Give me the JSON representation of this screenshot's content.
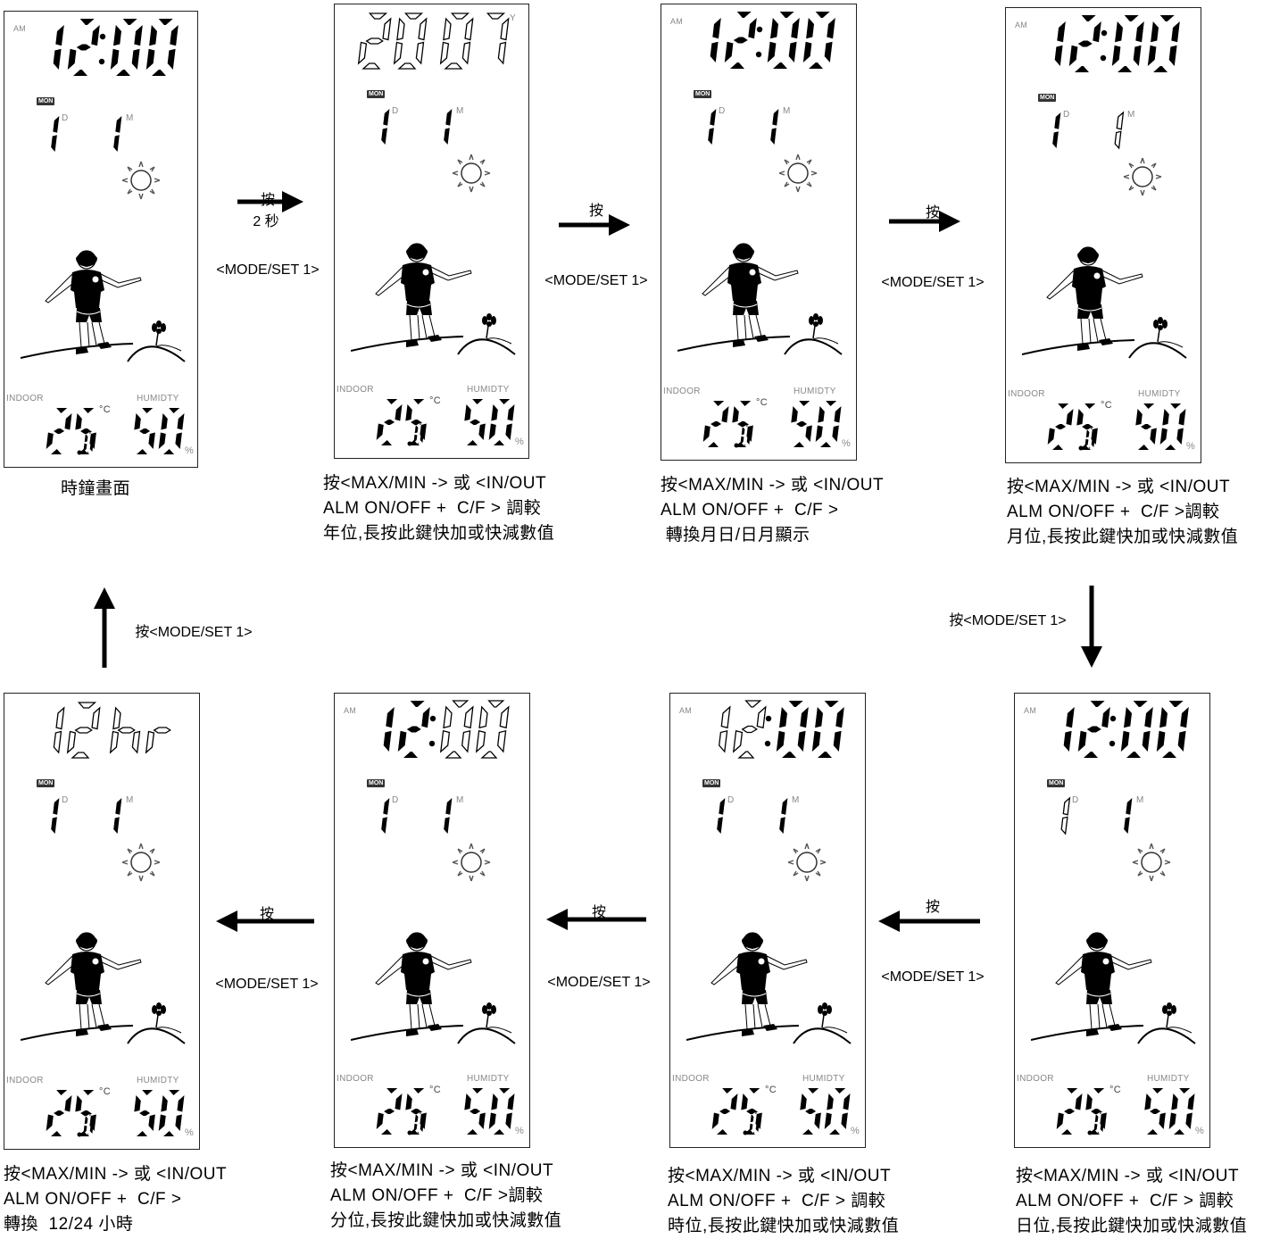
{
  "panel_labels": {
    "am": "AM",
    "mon": "MON",
    "day": "D",
    "month": "M",
    "year": "Y",
    "indoor": "INDOOR",
    "humidity": "HUMIDTY",
    "celsius": "°C",
    "percent": "%"
  },
  "panels": [
    {
      "id": "clock",
      "time": "12:00",
      "date_day": "1",
      "date_month": "1",
      "temp": "25.0",
      "humidity": "50"
    },
    {
      "id": "year",
      "year": "2007",
      "date_day": "1",
      "date_month": "1",
      "temp": "25.0",
      "humidity": "50"
    },
    {
      "id": "dm-format",
      "time": "12:00",
      "date_day": "1",
      "date_month": "1",
      "temp": "25.0",
      "humidity": "50"
    },
    {
      "id": "month",
      "time": "12:00",
      "date_day": "1",
      "date_month": "1",
      "temp": "25.0",
      "humidity": "50"
    },
    {
      "id": "day",
      "time": "12:00",
      "date_day": "1",
      "date_month": "1",
      "temp": "25.0",
      "humidity": "50"
    },
    {
      "id": "hour",
      "time": "12:00",
      "date_day": "1",
      "date_month": "1",
      "temp": "25.0",
      "humidity": "50"
    },
    {
      "id": "minute",
      "time": "12:00",
      "date_day": "1",
      "date_month": "1",
      "temp": "25.0",
      "humidity": "50"
    },
    {
      "id": "12-24",
      "hour_mode": "12 hr",
      "date_day": "1",
      "date_month": "1",
      "temp": "25.0",
      "humidity": "50"
    }
  ],
  "captions": {
    "clock": "時鐘畫面",
    "year": "按<MAX/MIN -> 或 <IN/OUT\nALM ON/OFF +  C/F > 調較\n年位,長按此鍵快加或快減數值",
    "dm_format": "按<MAX/MIN -> 或 <IN/OUT\nALM ON/OFF +  C/F >\n 轉換月日/日月顯示",
    "month": "按<MAX/MIN -> 或 <IN/OUT\nALM ON/OFF +  C/F >調較\n月位,長按此鍵快加或快減數值",
    "day": "按<MAX/MIN -> 或 <IN/OUT\nALM ON/OFF +  C/F > 調較\n日位,長按此鍵快加或快減數值",
    "hour": "按<MAX/MIN -> 或 <IN/OUT\nALM ON/OFF +  C/F > 調較\n時位,長按此鍵快加或快減數值",
    "minute": "按<MAX/MIN -> 或 <IN/OUT\nALM ON/OFF +  C/F >調較\n分位,長按此鍵快加或快減數值",
    "mode_12_24": "按<MAX/MIN -> 或 <IN/OUT\nALM ON/OFF +  C/F >\n轉換  12/24 小時"
  },
  "steps": {
    "press": "按",
    "button": "<MODE/SET 1>",
    "hold": "2 秒",
    "press_button": "按<MODE/SET 1>"
  }
}
